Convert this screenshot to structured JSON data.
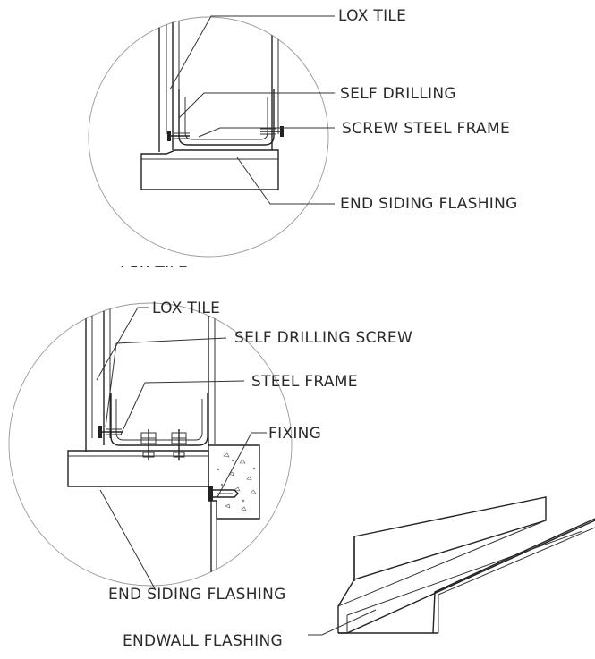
{
  "detail_top": {
    "labels": {
      "lox_tile": "LOX TILE",
      "self_drilling": "SELF DRILLING",
      "screw_steel_frame": "SCREW STEEL FRAME",
      "end_siding_flashing": "END SIDING FLASHING",
      "clipped_caption": "LOX TILE"
    }
  },
  "detail_bottom": {
    "labels": {
      "lox_tile": "LOX TILE",
      "self_drilling_screw": "SELF DRILLING SCREW",
      "steel_frame": "STEEL FRAME",
      "fixing": "FIXING",
      "end_siding_flashing": "END SIDING FLASHING"
    }
  },
  "isometric": {
    "labels": {
      "endwall_flashing": "ENDWALL FLASHING"
    }
  }
}
